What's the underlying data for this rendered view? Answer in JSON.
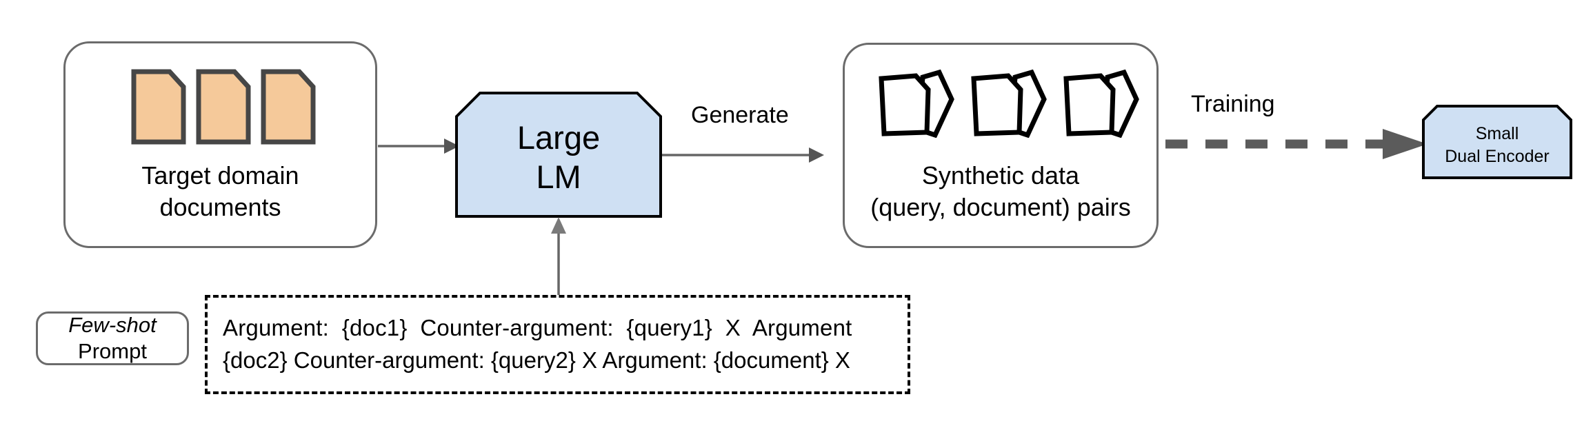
{
  "diagram": {
    "title": "Synthetic data generation pipeline for dual encoder training",
    "colors": {
      "document_fill": "#f5c99a",
      "document_stroke": "#464646",
      "model_fill": "#cfe0f3",
      "model_stroke": "#000000",
      "container_stroke": "#6b6b6b",
      "arrow_gray": "#666666",
      "dashed_arrow": "#5b5b5b",
      "background": "#ffffff"
    },
    "nodes": {
      "target_documents": {
        "label": "Target domain\ndocuments",
        "icon": "document-stack-icon",
        "doc_count": 3
      },
      "large_lm": {
        "label": "Large\nLM",
        "shape": "cut-corner-box"
      },
      "synthetic_data": {
        "label": "Synthetic data\n(query, document) pairs",
        "icon": "document-pair-icon",
        "doc_count": 3
      },
      "small_dual_encoder": {
        "label": "Small\nDual Encoder",
        "shape": "cut-corner-box"
      },
      "few_shot_pill": {
        "line1": "Few-shot",
        "line2": "Prompt"
      },
      "prompt_box": {
        "line1": "Argument:  {doc1}  Counter-argument:  {query1}  X  Argument",
        "line2": "{doc2} Counter-argument: {query2} X Argument: {document} X"
      }
    },
    "edges": {
      "docs_to_lm": {
        "label": "",
        "style": "solid-arrow"
      },
      "lm_to_synthetic": {
        "label": "Generate",
        "style": "solid-arrow"
      },
      "synthetic_to_encoder": {
        "label": "Training",
        "style": "dashed-arrow"
      },
      "prompt_to_lm": {
        "label": "",
        "style": "solid-arrow-up"
      }
    }
  }
}
